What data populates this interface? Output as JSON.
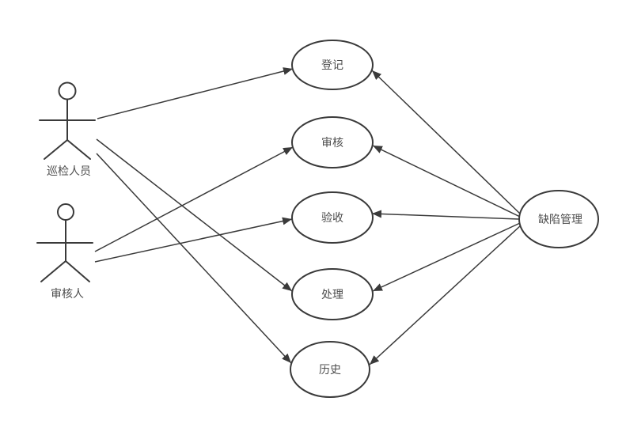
{
  "diagram": {
    "type": "uml-use-case-diagram",
    "colors": {
      "background": "#ffffff",
      "stroke": "#3a3a3a",
      "text": "#4d4d4d"
    },
    "actors": [
      {
        "id": "inspector",
        "label": "巡检人员"
      },
      {
        "id": "reviewer",
        "label": "审核人"
      }
    ],
    "use_cases": [
      {
        "id": "register",
        "label": "登记"
      },
      {
        "id": "review",
        "label": "审核"
      },
      {
        "id": "acceptance",
        "label": "验收"
      },
      {
        "id": "handle",
        "label": "处理"
      },
      {
        "id": "history",
        "label": "历史"
      }
    ],
    "system": {
      "id": "defect-management",
      "label": "缺陷管理"
    },
    "edges": [
      {
        "from": "巡检人员",
        "to": "登记"
      },
      {
        "from": "巡检人员",
        "to": "处理"
      },
      {
        "from": "巡检人员",
        "to": "历史"
      },
      {
        "from": "审核人",
        "to": "审核"
      },
      {
        "from": "审核人",
        "to": "验收"
      },
      {
        "from": "缺陷管理",
        "to": "登记"
      },
      {
        "from": "缺陷管理",
        "to": "审核"
      },
      {
        "from": "缺陷管理",
        "to": "验收"
      },
      {
        "from": "缺陷管理",
        "to": "处理"
      },
      {
        "from": "缺陷管理",
        "to": "历史"
      }
    ]
  }
}
